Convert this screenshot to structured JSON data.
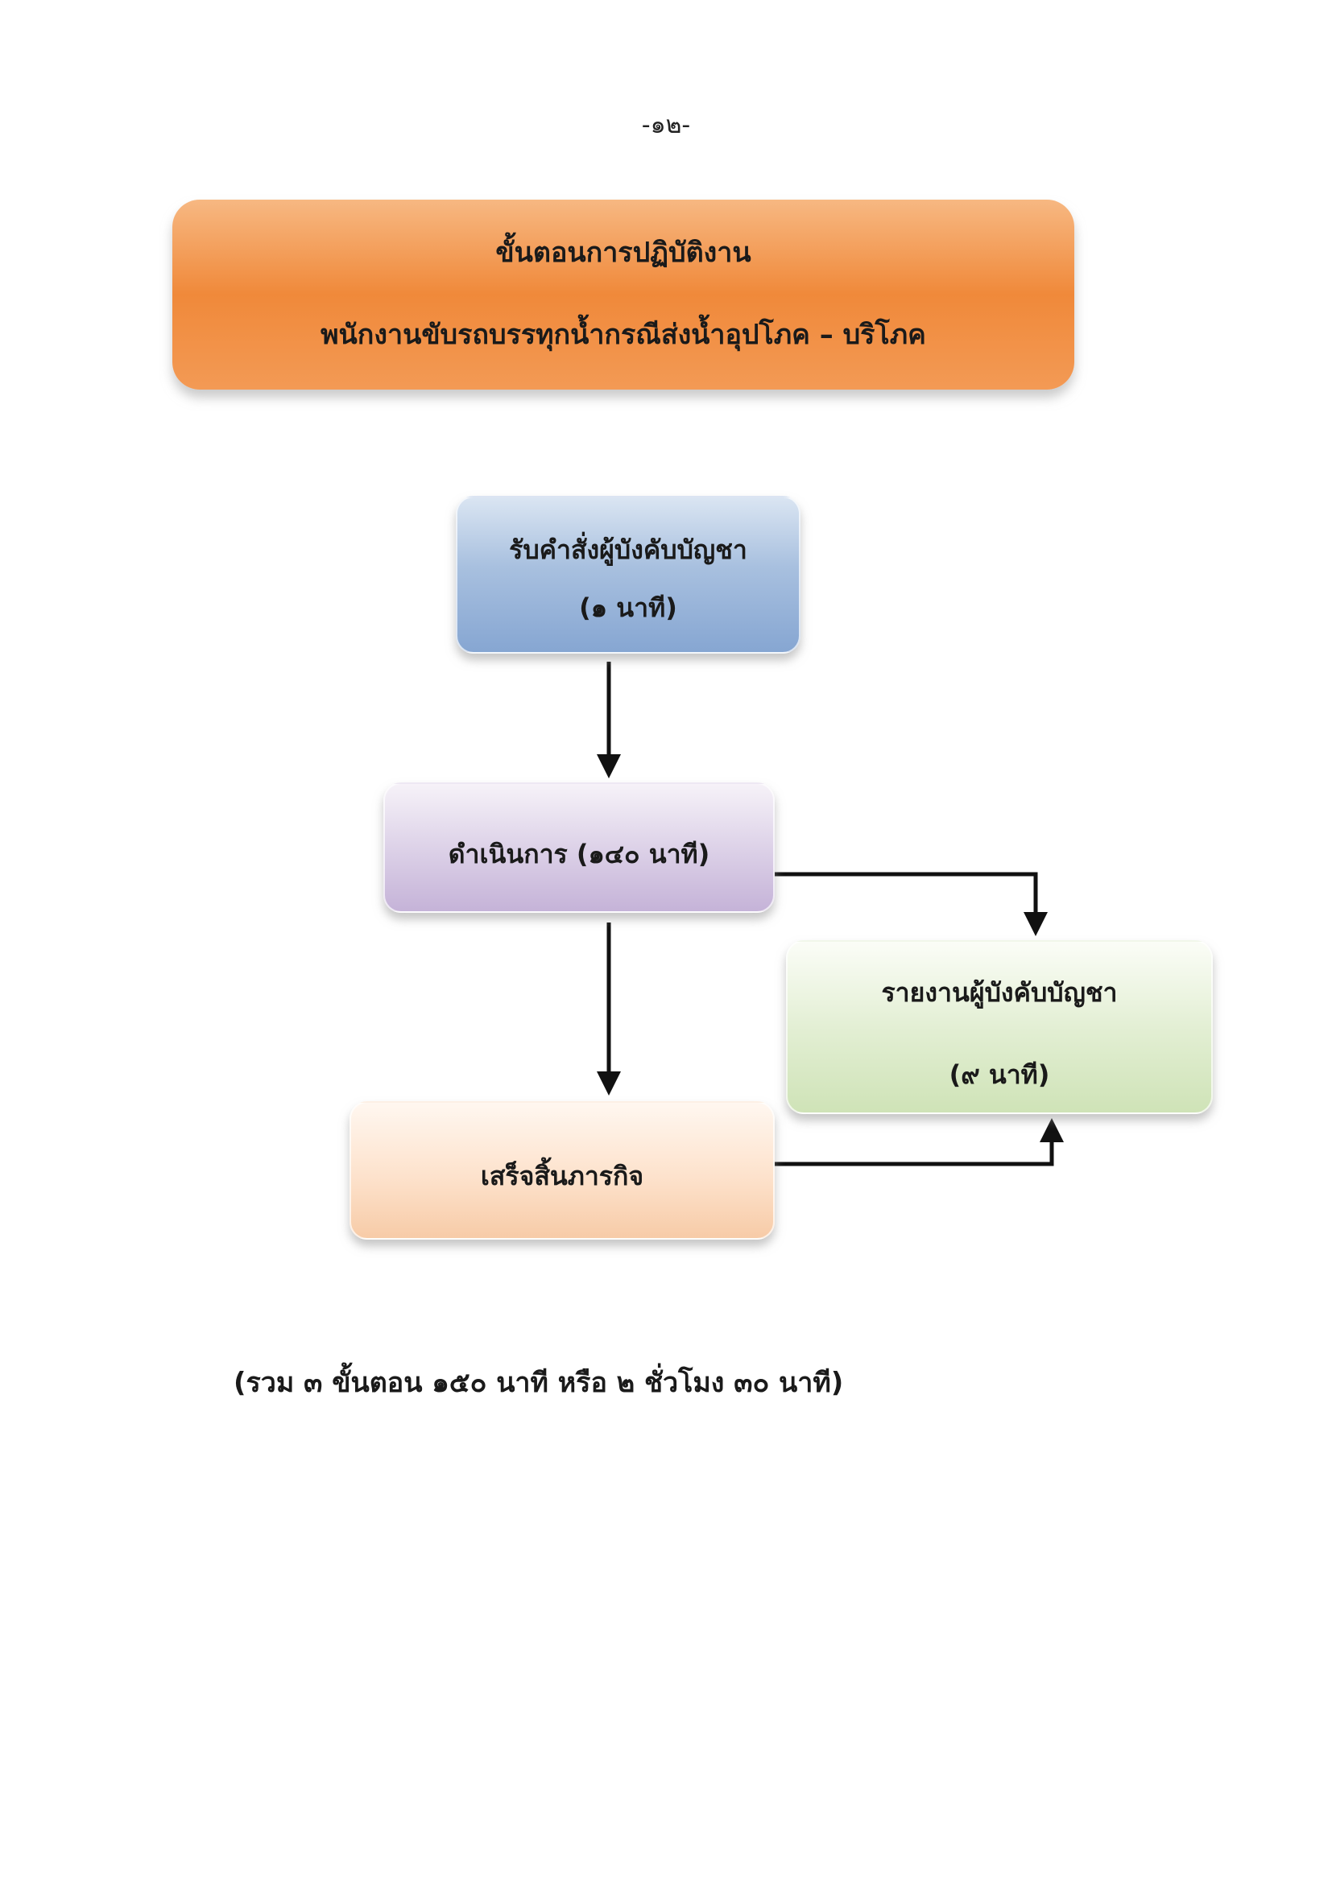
{
  "page_number": "-๑๒-",
  "title": {
    "line1": "ขั้นตอนการปฏิบัติงาน",
    "line2": "พนักงานขับรถบรรทุกน้ำกรณีส่งน้ำอุปโภค – บริโภค"
  },
  "steps": [
    {
      "label": "รับคำสั่งผู้บังคับบัญชา",
      "duration": "(๑ นาที)"
    },
    {
      "label": "ดำเนินการ (๑๔๐ นาที)"
    },
    {
      "label": "รายงานผู้บังคับบัญชา",
      "duration": "(๙ นาที)"
    },
    {
      "label": "เสร็จสิ้นภารกิจ"
    }
  ],
  "summary": "(รวม ๓ ขั้นตอน ๑๕๐ นาที หรือ ๒ ชั่วโมง ๓๐ นาที)",
  "colors": {
    "banner": "#f0893a",
    "step1": "#a8c0df",
    "step2": "#ddd2e8",
    "step3": "#e3efd4",
    "step4": "#fde2cc",
    "arrow": "#111111"
  }
}
